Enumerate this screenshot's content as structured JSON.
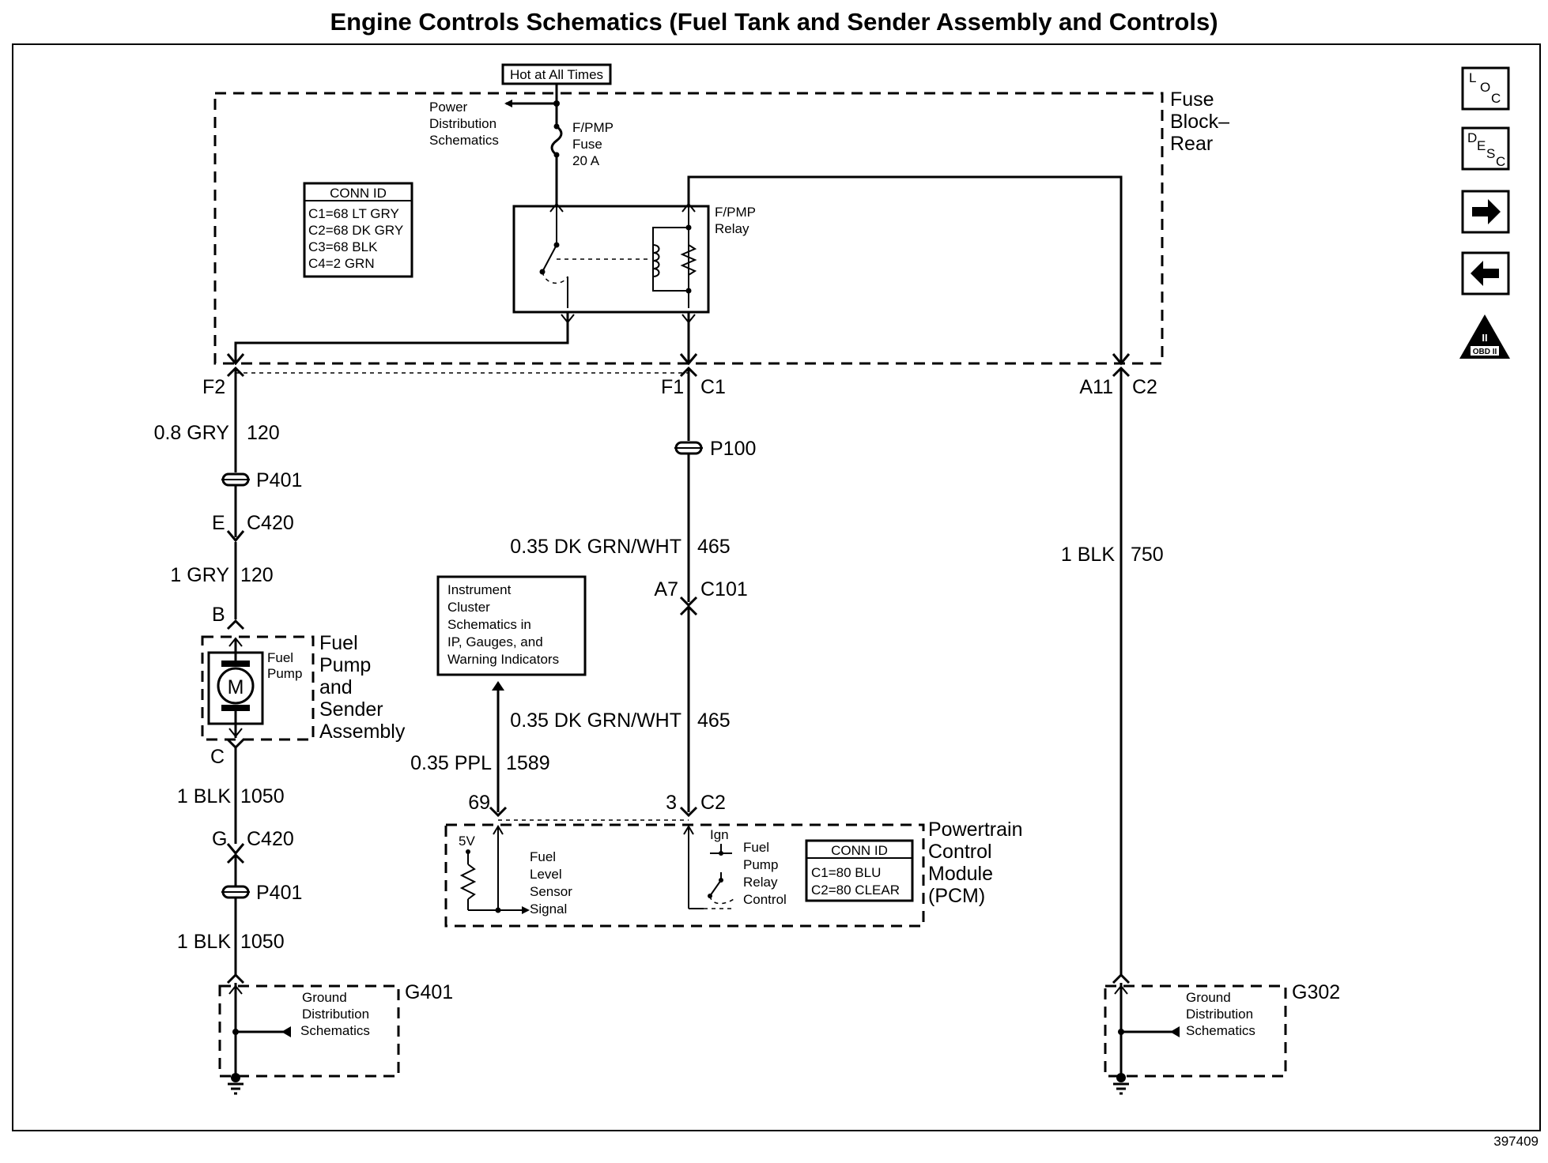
{
  "title": "Engine Controls Schematics (Fuel Tank and Sender Assembly and Controls)",
  "figure_id": "397409",
  "fuse_block": {
    "name_lines": [
      "Fuse",
      "Block–",
      "Rear"
    ],
    "hot_label": "Hot at All Times",
    "power_dist_lines": [
      "Power",
      "Distribution",
      "Schematics"
    ],
    "fuse_lines": [
      "F/PMP",
      "Fuse",
      "20 A"
    ],
    "relay_lines": [
      "F/PMP",
      "Relay"
    ],
    "conn_id": {
      "header": "CONN ID",
      "rows": [
        "C1=68 LT GRY",
        "C2=68 DK GRY",
        "C3=68 BLK",
        "C4=2 GRN"
      ]
    }
  },
  "terminals": {
    "f2": "F2",
    "f1": "F1",
    "c1": "C1",
    "a11": "A11",
    "c2_top": "C2",
    "e": "E",
    "c420_a": "C420",
    "b": "B",
    "c": "C",
    "g": "G",
    "c420_b": "C420",
    "a7": "A7",
    "c101": "C101",
    "pin69": "69",
    "pin3": "3",
    "c2_pcm": "C2"
  },
  "wires": {
    "w1_color": "0.8 GRY",
    "w1_circuit": "120",
    "w2_color": "1 GRY",
    "w2_circuit": "120",
    "w3_color": "1 BLK",
    "w3_circuit": "1050",
    "w4_color": "1 BLK",
    "w4_circuit": "1050",
    "w5_color": "0.35 DK GRN/WHT",
    "w5_circuit": "465",
    "w6_color": "0.35 DK GRN/WHT",
    "w6_circuit": "465",
    "w7_color": "0.35 PPL",
    "w7_circuit": "1589",
    "w8_color": "1 BLK",
    "w8_circuit": "750"
  },
  "splices": {
    "p401_a": "P401",
    "p401_b": "P401",
    "p100": "P100"
  },
  "fuel_pump": {
    "name_lines": [
      "Fuel",
      "Pump",
      "and",
      "Sender",
      "Assembly"
    ],
    "inner_lines": [
      "Fuel",
      "Pump"
    ],
    "motor": "M"
  },
  "instrument_cluster_lines": [
    "Instrument",
    "Cluster",
    "Schematics in",
    "IP, Gauges, and",
    "Warning Indicators"
  ],
  "pcm": {
    "name_lines": [
      "Powertrain",
      "Control",
      "Module",
      "(PCM)"
    ],
    "v5": "5V",
    "sensor_lines": [
      "Fuel",
      "Level",
      "Sensor",
      "Signal"
    ],
    "ign": "Ign",
    "relay_ctrl_lines": [
      "Fuel",
      "Pump",
      "Relay",
      "Control"
    ],
    "conn_id": {
      "header": "CONN ID",
      "rows": [
        "C1=80 BLU",
        "C2=80 CLEAR"
      ]
    }
  },
  "grounds": {
    "g401": "G401",
    "g302": "G302",
    "dist_lines": [
      "Ground",
      "Distribution",
      "Schematics"
    ]
  },
  "nav": {
    "loc_l": "L",
    "loc_o": "O",
    "loc_c": "C",
    "desc_d": "D",
    "desc_e": "E",
    "desc_s": "S",
    "desc_c": "C",
    "obd_roman": "II",
    "obd_label": "OBD II"
  }
}
